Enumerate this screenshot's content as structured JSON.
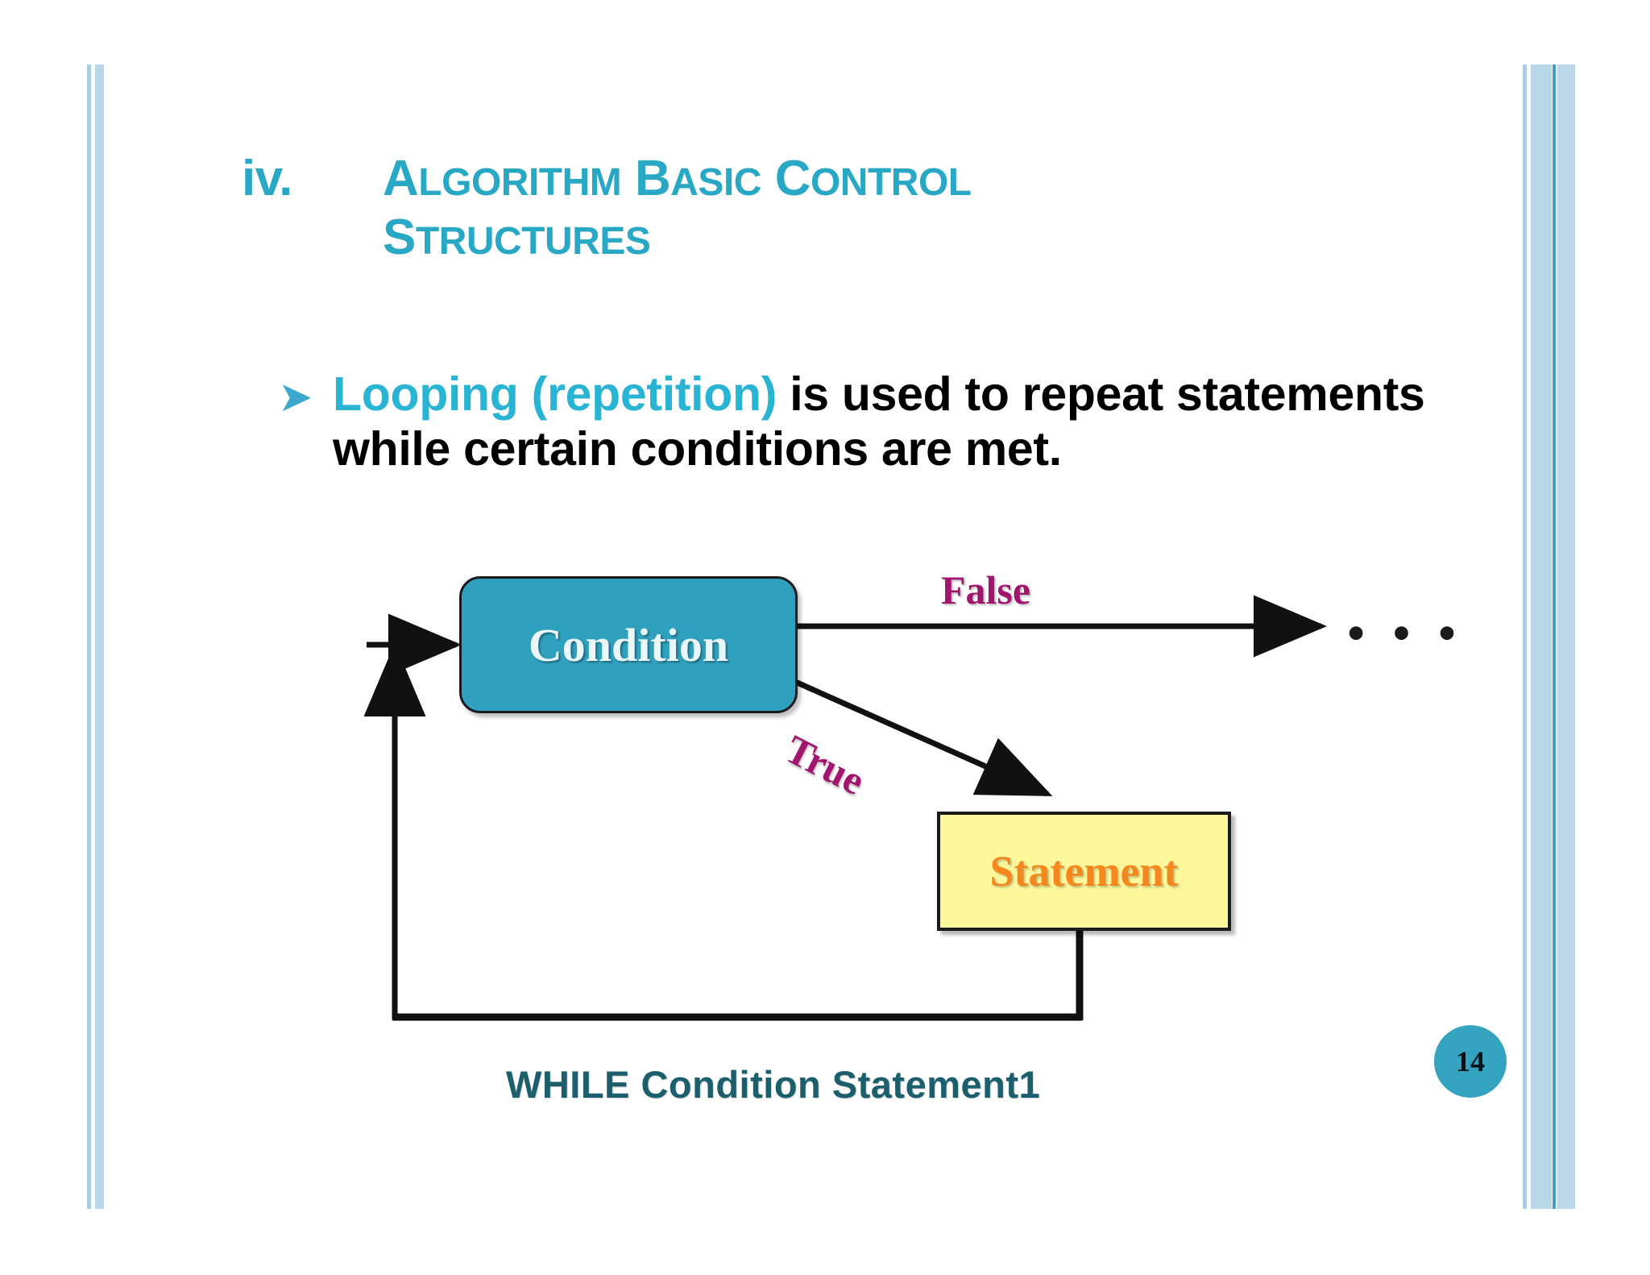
{
  "slide": {
    "number": "14",
    "title": {
      "marker": "iv.",
      "words": [
        {
          "lead": "A",
          "rest": "LGORITHM"
        },
        {
          "lead": "B",
          "rest": "ASIC"
        },
        {
          "lead": "C",
          "rest": "ONTROL"
        },
        {
          "lead": "S",
          "rest": "TRUCTURES"
        }
      ],
      "full_text": "iv. ALGORITHM BASIC CONTROL STRUCTURES",
      "color": "#29a8c6"
    },
    "bullet": {
      "marker": "➤",
      "highlight": "Looping (repetition)",
      "highlight_color": "#29b4d4",
      "rest": " is used to repeat statements while certain conditions are met.",
      "full_text": "Looping (repetition) is used to repeat statements while certain conditions are met."
    },
    "flowchart": {
      "condition_box": {
        "label": "Condition",
        "fill": "#2fa0bd",
        "text_color": "#e9f7fb"
      },
      "statement_box": {
        "label": "Statement",
        "fill": "#fbf79a",
        "text_color": "#f5871f"
      },
      "false_label": {
        "text": "False",
        "color": "#a2156e"
      },
      "true_label": {
        "text": "True",
        "color": "#a2156e"
      },
      "ellipsis": "• • •",
      "caption": "WHILE  Condition   Statement1",
      "caption_color": "#1a5f6b"
    }
  }
}
